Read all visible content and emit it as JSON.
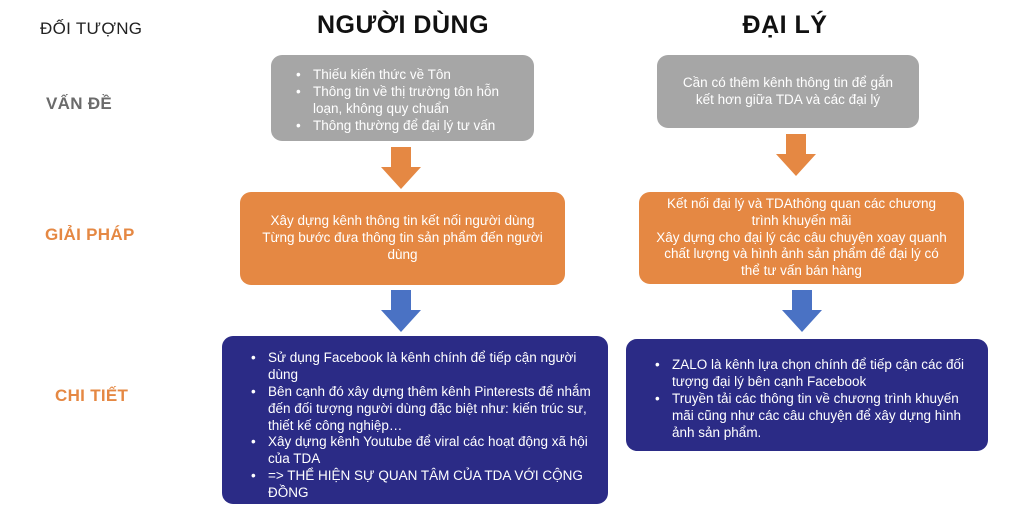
{
  "header": {
    "subject_label": "ĐỐI TƯỢNG",
    "col1_title": "NGƯỜI DÙNG",
    "col2_title": "ĐẠI LÝ"
  },
  "rows": {
    "problem": "VẤN ĐỀ",
    "solution": "GIẢI PHÁP",
    "detail": "CHI TIẾT"
  },
  "colors": {
    "problem_box": "#a6a6a6",
    "solution_box": "#e58843",
    "detail_box": "#2b2b86",
    "solution_label": "#e58843",
    "problem_label": "#6b6b6b",
    "orange_arrow": "#e58843",
    "blue_arrow": "#4a72c4"
  },
  "user": {
    "problem_items": [
      "Thiếu kiến thức về Tôn",
      "Thông tin về thị trường tôn hỗn loạn, không quy chuẩn",
      "Thông thường để đại lý tư vấn"
    ],
    "solution_lines": [
      "Xây dựng kênh thông tin kết nối người dùng",
      "Từng bước đưa thông tin sản phẩm đến người dùng"
    ],
    "detail_items": [
      "Sử dụng Facebook là kênh chính để tiếp cận người dùng",
      "Bên cạnh đó xây dựng thêm kênh Pinterests để nhắm đến đối tượng người dùng đặc biệt như: kiến trúc sư, thiết kế công nghiệp…",
      "Xây dựng kênh Youtube để viral các hoạt động xã hội của TDA",
      "=> THỂ HIỆN SỰ QUAN TÂM CỦA TDA VỚI CỘNG ĐỒNG"
    ]
  },
  "agent": {
    "problem_text": "Cần có thêm kênh thông tin để gắn kết hơn giữa TDA và các đại lý",
    "solution_lines": [
      "Kết nối đại lý và TDAthông quan các chương trình khuyến mãi",
      "Xây dựng cho đại lý các câu chuyện xoay quanh chất lượng và hình ảnh sản phẩm để đại lý có thể tư vấn bán hàng"
    ],
    "detail_items": [
      "ZALO là kênh lựa chọn chính để tiếp cận các đối tượng đại lý bên cạnh Facebook",
      "Truyền tải các thông tin về chương trình khuyến mãi cũng như các câu chuyện để xây dựng hình ảnh sản phẩm."
    ]
  }
}
